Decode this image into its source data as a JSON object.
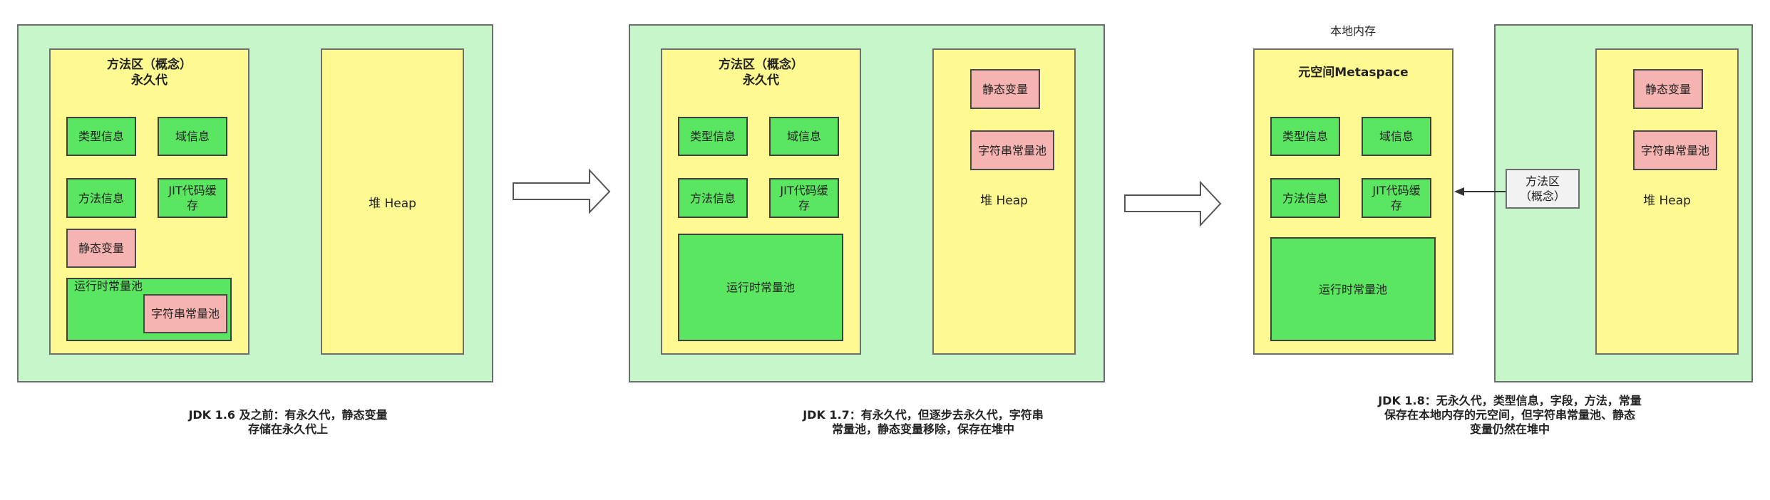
{
  "diagram": {
    "jdk16": {
      "method_area_title": "方法区（概念）\n永久代",
      "type_info": "类型信息",
      "field_info": "域信息",
      "method_info": "方法信息",
      "jit_cache": "JIT代码缓存",
      "static_vars": "静态变量",
      "runtime_pool": "运行时常量池",
      "string_pool": "字符串常量池",
      "heap": "堆 Heap",
      "caption_line1": "JDK 1.6 及之前：有永久代，静态变量",
      "caption_line2": "存储在永久代上"
    },
    "jdk17": {
      "method_area_title": "方法区（概念）\n永久代",
      "type_info": "类型信息",
      "field_info": "域信息",
      "method_info": "方法信息",
      "jit_cache": "JIT代码缓存",
      "runtime_pool": "运行时常量池",
      "static_vars": "静态变量",
      "string_pool": "字符串常量池",
      "heap": "堆 Heap",
      "caption_line1": "JDK 1.7：有永久代，但逐步去永久代，字符串",
      "caption_line2": "常量池，静态变量移除，保存在堆中"
    },
    "jdk18": {
      "native_memory": "本地内存",
      "metaspace_title": "元空间Metaspace",
      "type_info": "类型信息",
      "field_info": "域信息",
      "method_info": "方法信息",
      "jit_cache": "JIT代码缓存",
      "runtime_pool": "运行时常量池",
      "method_area_concept": "方法区\n（概念）",
      "static_vars": "静态变量",
      "string_pool": "字符串常量池",
      "heap": "堆 Heap",
      "caption_line1": "JDK 1.8：无永久代，类型信息，字段，方法，常量",
      "caption_line2": "保存在本地内存的元空间，但字符串常量池、静态",
      "caption_line3": "变量仍然在堆中"
    }
  }
}
